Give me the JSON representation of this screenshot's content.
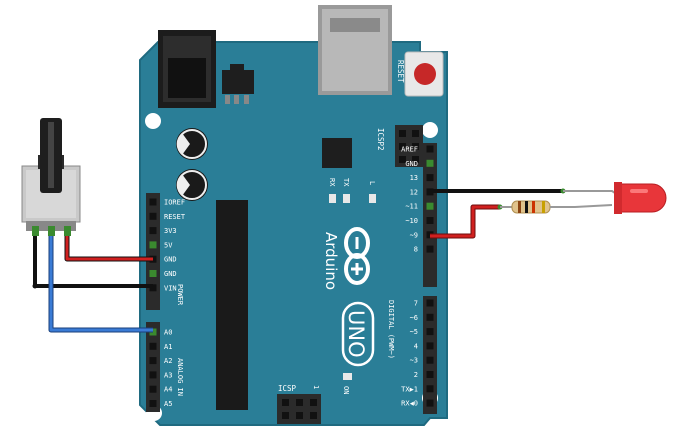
{
  "board": {
    "name": "Arduino",
    "model": "UNO",
    "reset_label": "RESET",
    "icsp2_label": "ICSP2",
    "icsp_label": "ICSP",
    "icsp_pin1": "1",
    "tx_label": "TX",
    "rx_label": "RX",
    "l_label": "L",
    "on_label": "ON",
    "power_header_label": "POWER",
    "analog_header_label": "ANALOG IN",
    "digital_header_label": "DIGITAL (PWM~)",
    "power_pins": [
      "IOREF",
      "RESET",
      "3V3",
      "5V",
      "GND",
      "GND",
      "VIN"
    ],
    "analog_pins": [
      "A0",
      "A1",
      "A2",
      "A3",
      "A4",
      "A5"
    ],
    "digital_top_pins": [
      "AREF",
      "GND",
      "13",
      "12",
      "~11",
      "~10",
      "~9",
      "8"
    ],
    "digital_bottom_pins": [
      "7",
      "~6",
      "~5",
      "4",
      "~3",
      "2",
      "TX▶1",
      "RX◀0"
    ]
  },
  "colors": {
    "board": "#2a7e97",
    "board_edge": "#1f6a80",
    "wire_red": "#d0201f",
    "wire_black": "#1a1a1a",
    "wire_blue": "#3a7bd5",
    "led": "#e8363a",
    "header": "#2b2b2b"
  },
  "components": {
    "potentiometer": "potentiometer",
    "led": "red-led",
    "resistor": "resistor"
  }
}
